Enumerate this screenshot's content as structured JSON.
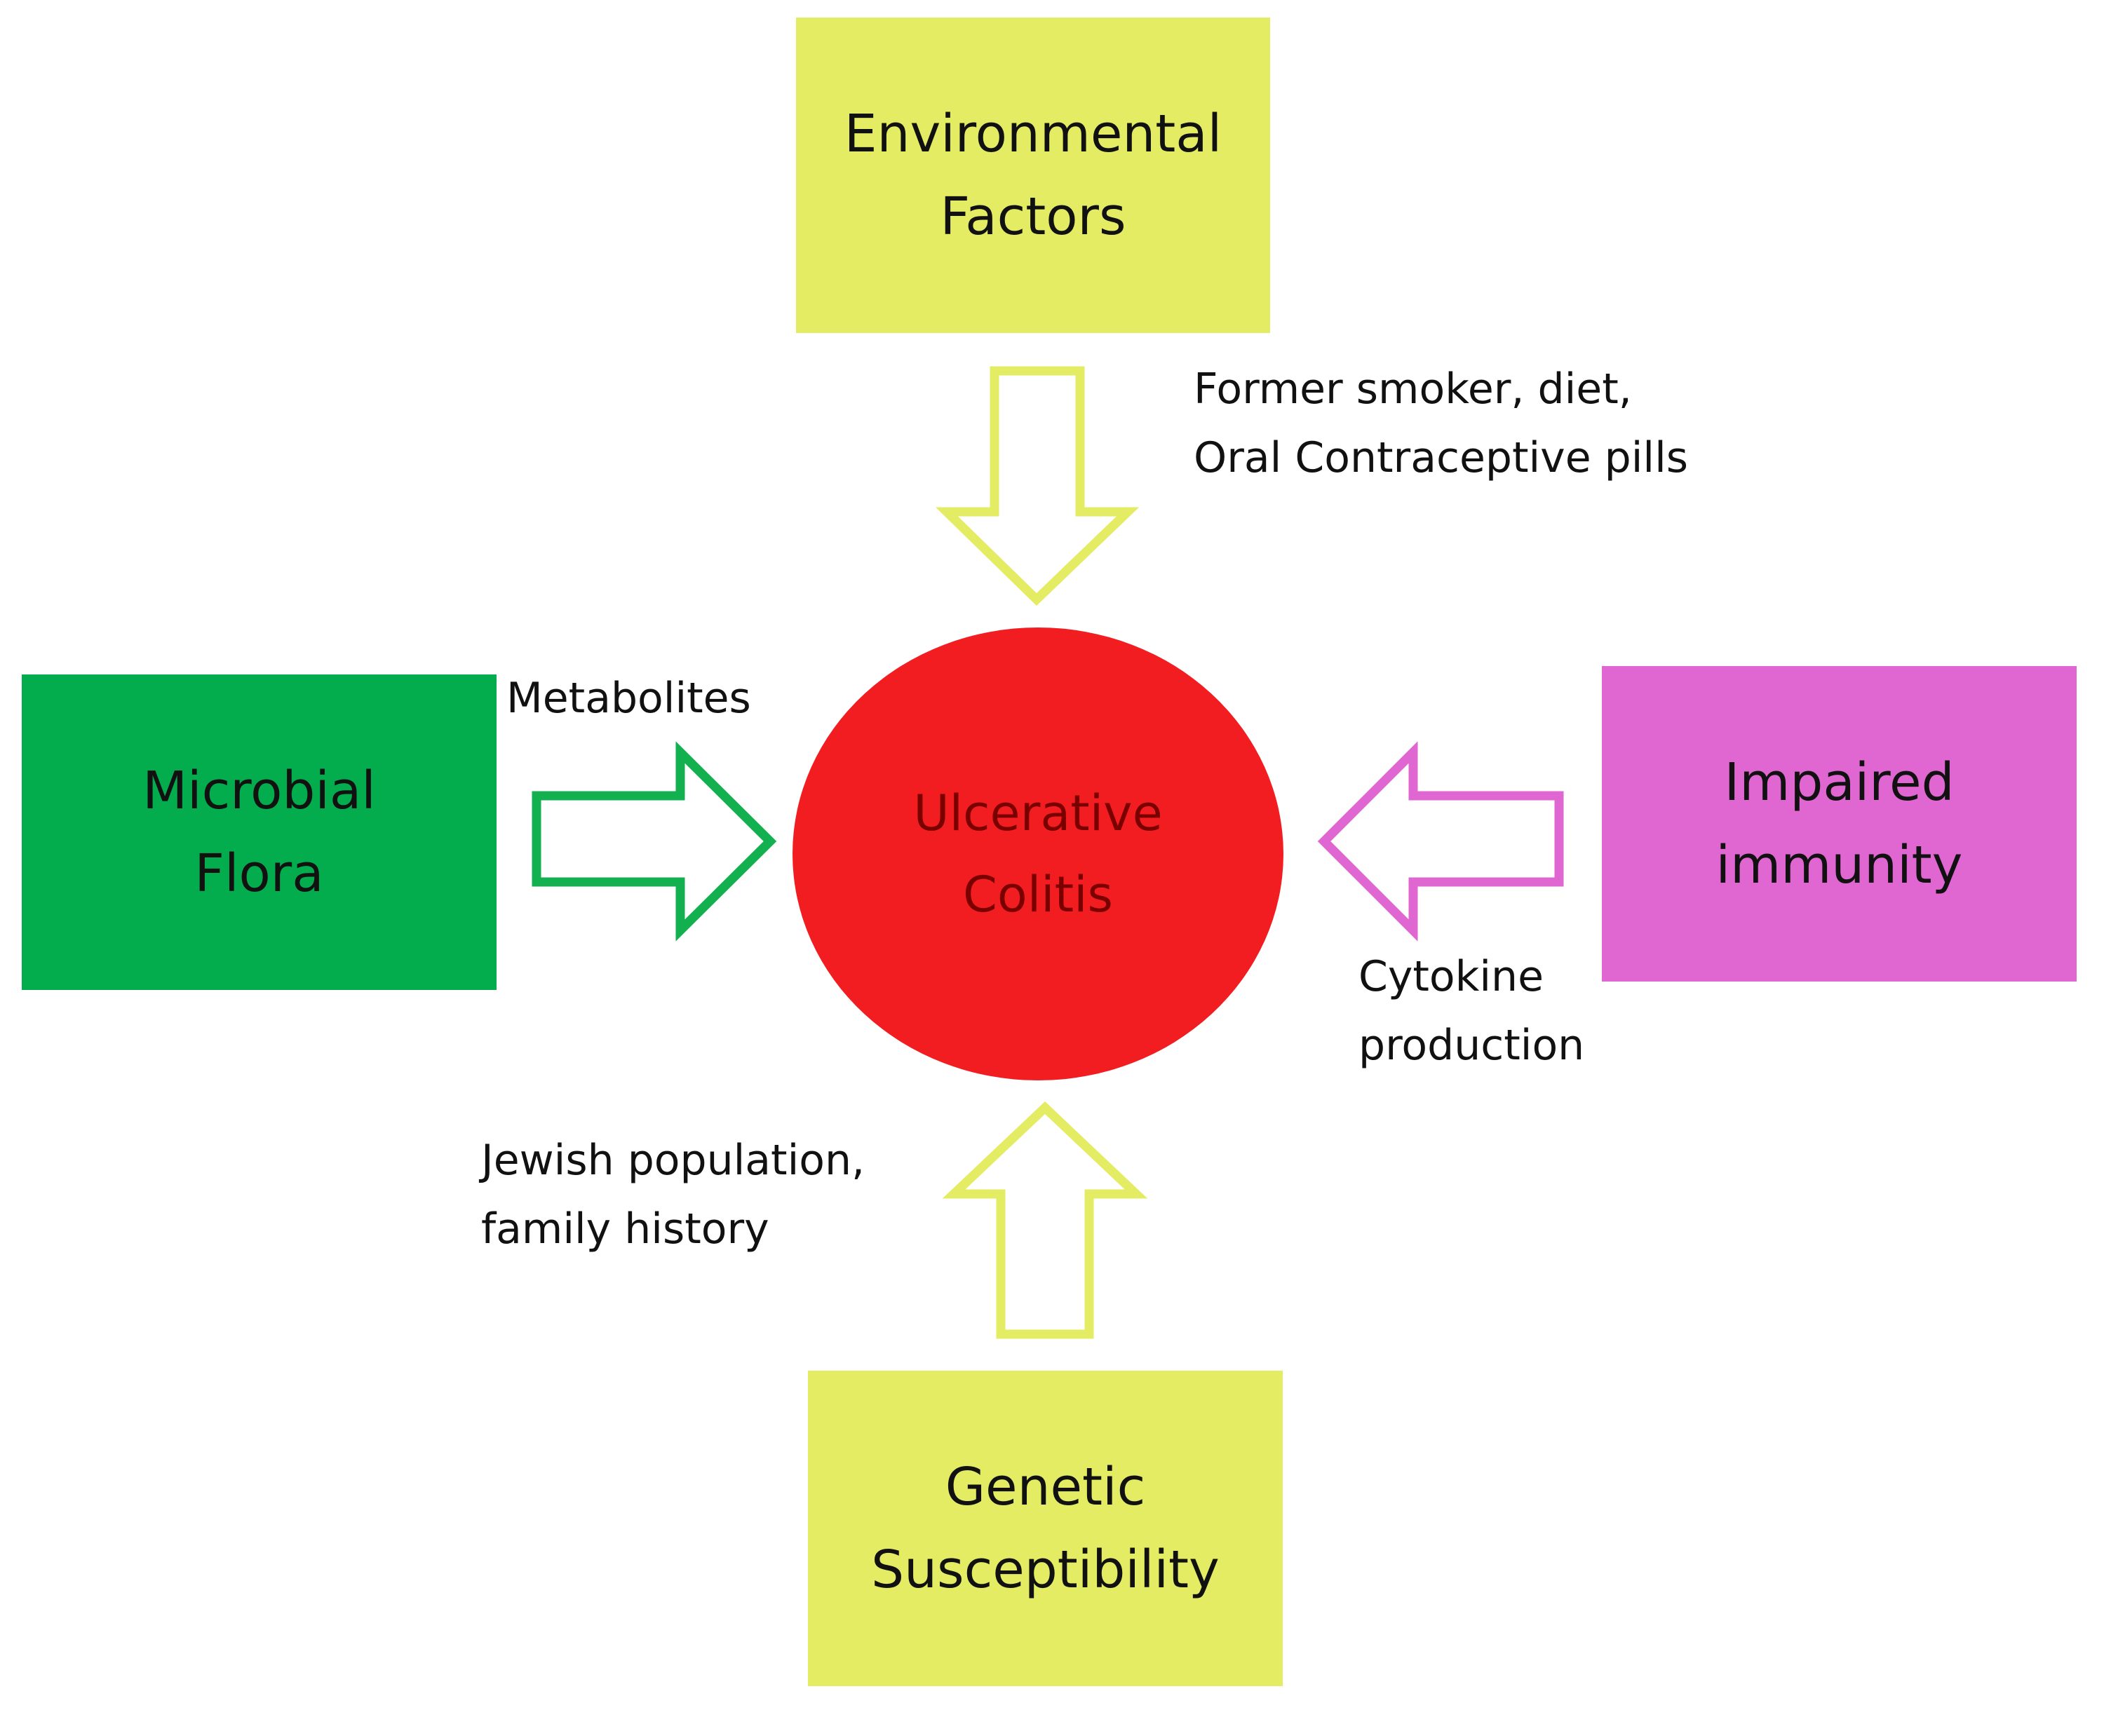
{
  "diagram": {
    "center": {
      "lines": [
        "Ulcerative",
        "Colitis"
      ],
      "fill": "#f21d21",
      "text_color": "#7a0000"
    },
    "nodes": {
      "environmental": {
        "lines": [
          "Environmental",
          "Factors"
        ],
        "fill": "#e3ec62"
      },
      "microbial": {
        "lines": [
          "Microbial",
          "Flora"
        ],
        "fill": "#03ac4c"
      },
      "immunity": {
        "lines": [
          "Impaired",
          "immunity"
        ],
        "fill": "#e066d1"
      },
      "genetic": {
        "lines": [
          "Genetic",
          "Susceptibility"
        ],
        "fill": "#e3ec62"
      }
    },
    "arrows": {
      "environmental": {
        "color": "#e3ec62",
        "label_lines": [
          "Former smoker, diet,",
          "Oral Contraceptive pills"
        ]
      },
      "microbial": {
        "color": "#12b04f",
        "label_lines": [
          "Metabolites"
        ]
      },
      "immunity": {
        "color": "#e066d1",
        "label_lines": [
          "Cytokine",
          "production"
        ]
      },
      "genetic": {
        "color": "#e3ec62",
        "label_lines": [
          "Jewish population,",
          "family history"
        ]
      }
    }
  }
}
